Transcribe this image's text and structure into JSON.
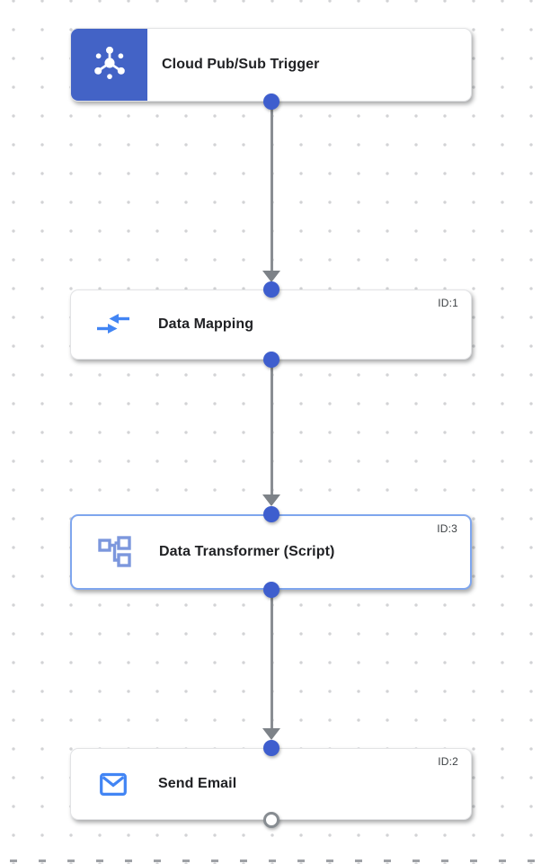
{
  "colors": {
    "trigger_block_blue": "#4363C6",
    "port_fill_blue": "#3E5ECE",
    "selected_node_border_blue": "#7FA6EE",
    "edge_gray": "#8A8E93",
    "icon_blue": "#4285F4",
    "transformer_icon_blue": "#7C97DD",
    "grid_dot_gray": "#D2D3D5",
    "node_border_gray": "#E2E3E5",
    "title_text": "#202124"
  },
  "nodes": [
    {
      "title": "Cloud Pub/Sub Trigger",
      "id_label": "",
      "icon": "pubsub-trigger-icon",
      "selected": false
    },
    {
      "title": "Data Mapping",
      "id_label": "ID:1",
      "icon": "data-mapping-icon",
      "selected": false
    },
    {
      "title": "Data Transformer (Script)",
      "id_label": "ID:3",
      "icon": "data-transformer-icon",
      "selected": true
    },
    {
      "title": "Send Email",
      "id_label": "ID:2",
      "icon": "send-email-icon",
      "selected": false
    }
  ],
  "edges": [
    {
      "from": "Cloud Pub/Sub Trigger",
      "to": "Data Mapping"
    },
    {
      "from": "Data Mapping",
      "to": "Data Transformer (Script)"
    },
    {
      "from": "Data Transformer (Script)",
      "to": "Send Email"
    }
  ]
}
